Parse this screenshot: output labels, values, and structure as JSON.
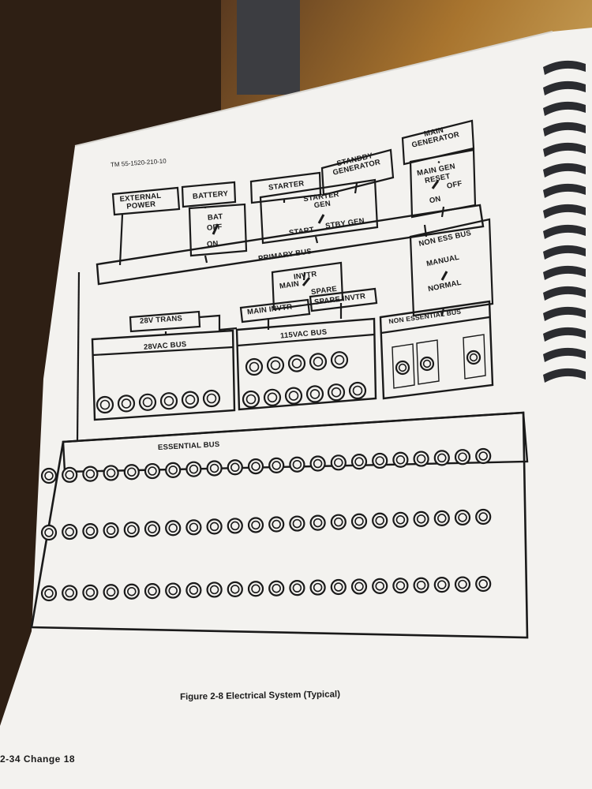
{
  "header": {
    "doc_number": "TM 55-1520-210-10"
  },
  "diagram": {
    "external_power": "EXTERNAL\nPOWER",
    "battery": "BATTERY",
    "bat_switch": {
      "top": "BAT",
      "mid": "OFF",
      "bottom": "ON"
    },
    "starter": "STARTER",
    "standby_generator": "STANDBY\nGENERATOR",
    "main_generator": "MAIN\nGENERATOR",
    "main_gen_switch": {
      "top": "MAIN GEN",
      "mid": "RESET",
      "off": "OFF",
      "on": "ON"
    },
    "starter_gen": "STARTER\nGEN",
    "start": "START",
    "stby_gen": "STBY GEN",
    "primary_bus": "PRIMARY BUS",
    "invtr": "INVTR",
    "main": "MAIN",
    "spare": "SPARE",
    "main_invtr": "MAIN INVTR",
    "spare_invtr": "SPARE INVTR",
    "non_ess_bus_switch": {
      "title": "NON ESS BUS",
      "manual": "MANUAL",
      "normal": "NORMAL"
    },
    "trans_28v": "28V TRANS",
    "bus_28vac": "28VAC BUS",
    "bus_115vac": "115VAC BUS",
    "non_essential_bus": "NON ESSENTIAL BUS",
    "essential_bus": "ESSENTIAL BUS"
  },
  "caption": "Figure 2-8 Electrical System (Typical)",
  "footer": "2-34  Change  18",
  "colors": {
    "paper": "#f3f2ef",
    "ink": "#1a1a1a",
    "desk": "#3a2a1c"
  },
  "icons": [
    "binding-ring-icon",
    "circuit-breaker-icon",
    "toggle-switch-icon"
  ]
}
